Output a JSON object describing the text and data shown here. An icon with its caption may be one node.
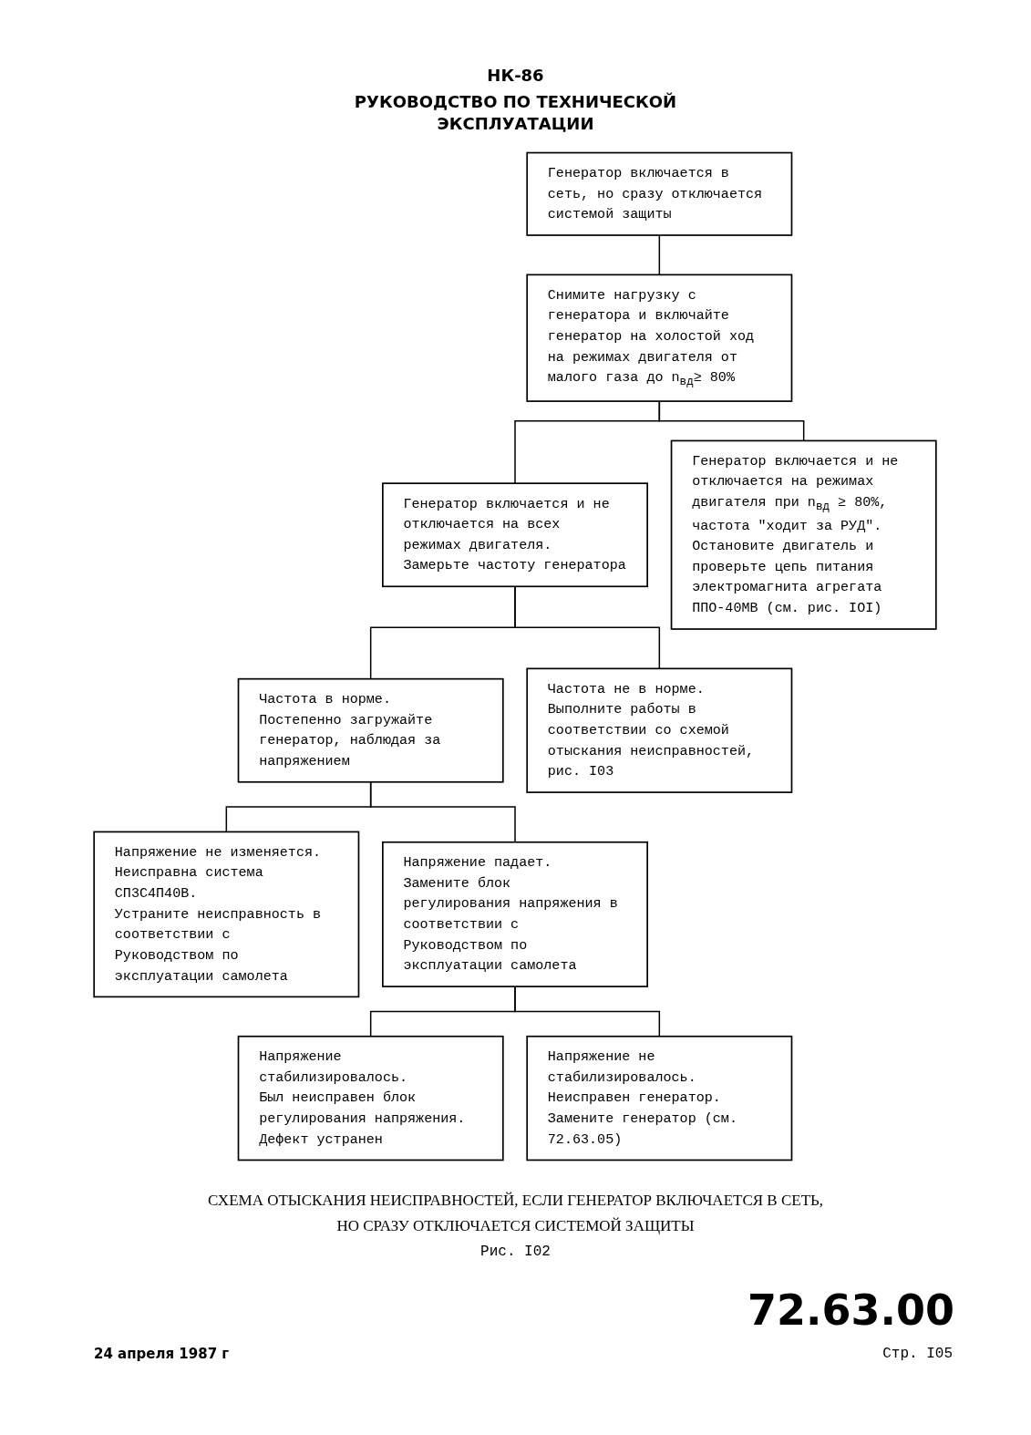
{
  "diagram": {
    "title": "РУКОВОДСТВО ПО ТЕХНИЧЕСКОЙ ЭКСПЛУАТАЦИИ",
    "caption": "СХЕМА ОТЫСКАНИЯ НЕИСПРАВНОСТЕЙ, ЕСЛИ ГЕНЕРАТОР ВКЛЮЧАЕТСЯ В СЕТЬ, НО СРАЗУ ОТКЛЮЧАЕТСЯ СИСТЕМОЙ ЗАЩИТЫ",
    "nodes": [
      {
        "text": [
          "Генератор включается в сеть, но сразу отключается системой защиты"
        ]
      },
      {
        "text": [
          "Снимите нагрузку с генератора и включайте генератор на холостой ход на режимах двигателя от малого газа до n$_{вд}$≥ 80%"
        ]
      },
      {
        "text": [
          "Генератор включается и не отключается на всех режимах двигателя.",
          "Замерьте частоту генератора"
        ]
      },
      {
        "text": [
          "Генератор включается и не отключается на режимах двигателя при n$_{вд}$ ≥ 80%, частота \"ходит за РУД\".",
          "Остановите двигатель и проверьте цепь питания электромагнита агрегата ППО-40МВ (см. рис. IOI)"
        ]
      },
      {
        "text": [
          "Частота в норме.",
          "Постепенно загружайте генератор, наблюдая за напряжением"
        ]
      },
      {
        "text": [
          "Частота не в норме.",
          "Выполните работы в соответствии со схемой отыскания неисправностей, рис. I03"
        ]
      },
      {
        "text": [
          "Напряжение не изменяется.",
          "Неисправна система СП3С4П40В.",
          "Устраните неисправность в соответствии с Руководством по эксплуатации самолета"
        ]
      },
      {
        "text": [
          "Напряжение падает.",
          "Замените блок регулирования напряжения в соответствии с Руководством по эксплуатации самолета"
        ]
      },
      {
        "text": [
          "Напряжение стабилизировалось.",
          "Был неисправен блок регулирования напряжения.",
          "Дефект устранен"
        ]
      },
      {
        "text": [
          "Напряжение не стабилизировалось.",
          "Неисправен генератор. Замените генератор (см. 72.63.05)"
        ]
      }
    ],
    "edges": [
      {
        "from": 0,
        "to": 1,
        "arrow": "none"
      },
      {
        "from": 1,
        "to": 2,
        "arrow": "none"
      },
      {
        "from": 1,
        "to": 3,
        "arrow": "none"
      },
      {
        "from": 2,
        "to": 4,
        "arrow": "none"
      },
      {
        "from": 2,
        "to": 5,
        "arrow": "none"
      },
      {
        "from": 4,
        "to": 6,
        "arrow": "none"
      },
      {
        "from": 4,
        "to": 7,
        "arrow": "none"
      },
      {
        "from": 7,
        "to": 8,
        "arrow": "none"
      },
      {
        "from": 7,
        "to": 9,
        "arrow": "none"
      }
    ],
    "labels": [
      "НК-86",
      "Рис. I02",
      "72.63.00",
      "24 апреля 1987 г",
      "Стр. I05"
    ]
  }
}
